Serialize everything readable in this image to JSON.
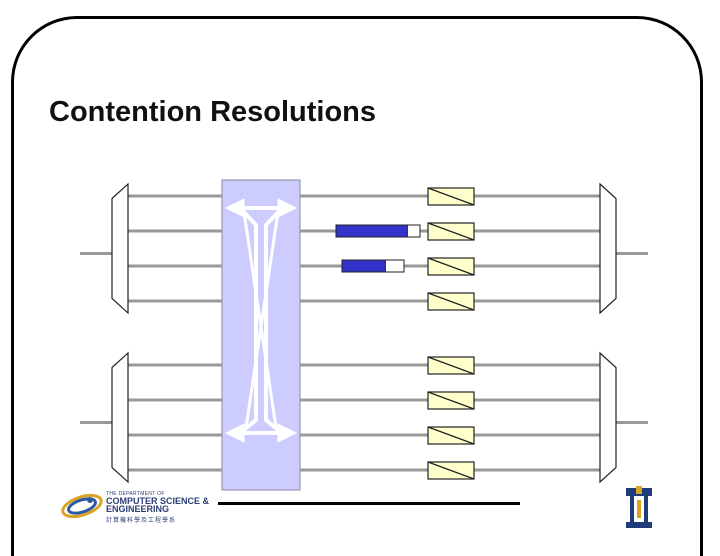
{
  "slide": {
    "title": "Contention Resolutions"
  },
  "colors": {
    "switch_fabric": "#ccccff",
    "queue_fill": "#3333cc",
    "buffer_fill": "#ffffcc",
    "line": "#999999"
  },
  "diagram": {
    "switch_arrows": [
      "arrow-top-left",
      "arrow-top-right",
      "arrow-bottom-left",
      "arrow-bottom-right"
    ],
    "groups": [
      {
        "input_links": 4,
        "queues": [
          0,
          0.85,
          0.7,
          0
        ]
      },
      {
        "input_links": 4,
        "queues": [
          0,
          0,
          0,
          0
        ]
      }
    ]
  },
  "logos": {
    "department": {
      "line1": "THE DEPARTMENT OF",
      "line2": "COMPUTER SCIENCE &",
      "line3": "ENGINEERING",
      "line4": "計算機科學及工程學系"
    },
    "university": "university-crest-icon"
  }
}
